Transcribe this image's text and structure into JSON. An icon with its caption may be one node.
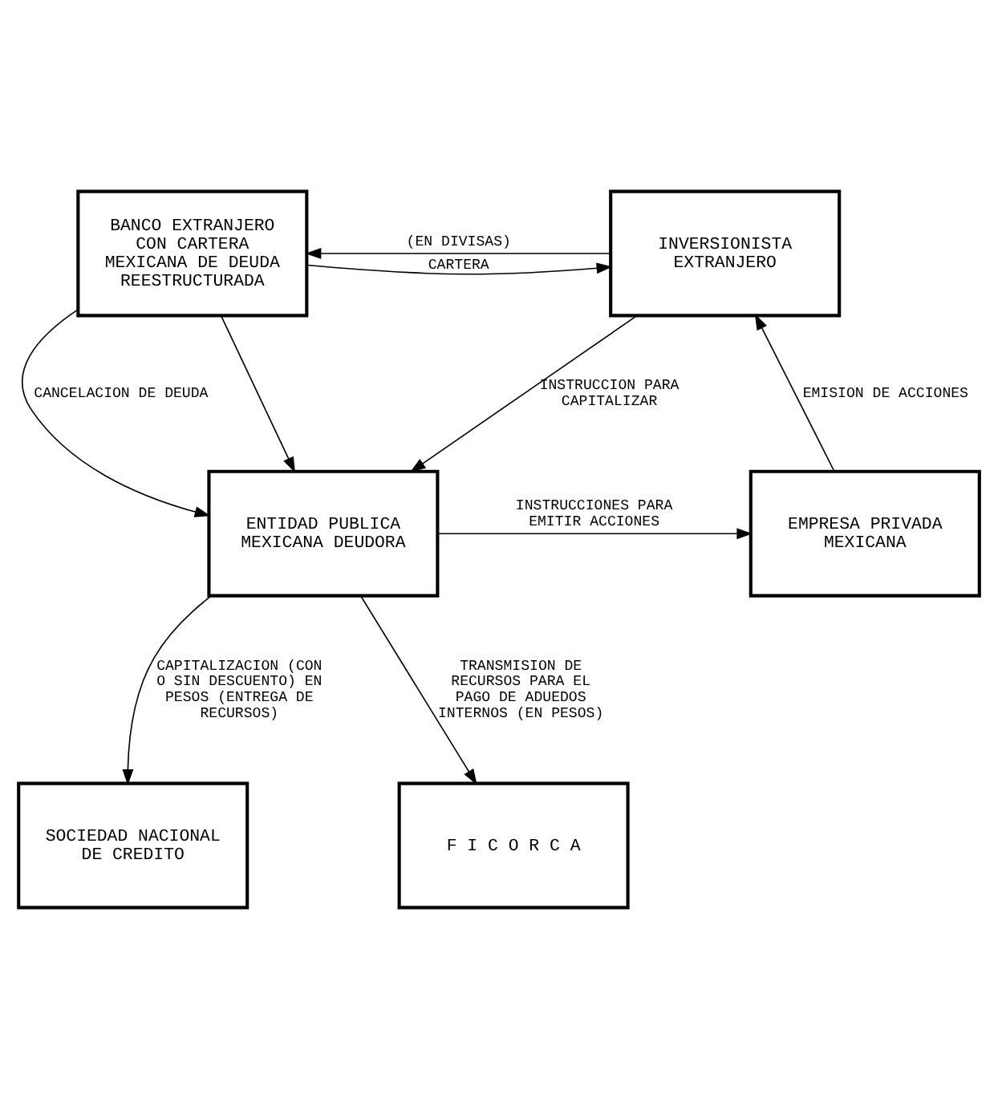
{
  "diagram": {
    "nodes": [
      {
        "text": [
          "BANCO EXTRANJERO CON CARTERA MEXICANA DE DEUDA REESTRUCTURADA"
        ]
      },
      {
        "text": [
          "INVERSIONISTA EXTRANJERO"
        ]
      },
      {
        "text": [
          "ENTIDAD PUBLICA MEXICANA DEUDORA"
        ]
      },
      {
        "text": [
          "EMPRESA PRIVADA MEXICANA"
        ]
      },
      {
        "text": [
          "SOCIEDAD NACIONAL DE CREDITO"
        ]
      },
      {
        "text": [
          "F I C O R C A"
        ]
      }
    ],
    "edges": [
      {
        "from": 1,
        "to": 0,
        "arrow": "to",
        "label": "(EN DIVISAS)"
      },
      {
        "from": 0,
        "to": 1,
        "arrow": "to",
        "label": "CARTERA"
      },
      {
        "from": 0,
        "to": 2,
        "arrow": "to",
        "label": "CANCELACION DE DEUDA"
      },
      {
        "from": 1,
        "to": 2,
        "arrow": "to",
        "label": "INSTRUCCION PARA CAPITALIZAR"
      },
      {
        "from": 0,
        "to": 2,
        "arrow": "to"
      },
      {
        "from": 2,
        "to": 3,
        "arrow": "to",
        "label": "INSTRUCCIONES PARA EMITIR ACCIONES"
      },
      {
        "from": 3,
        "to": 1,
        "arrow": "to",
        "label": "EMISION DE ACCIONES"
      },
      {
        "from": 2,
        "to": 4,
        "arrow": "to",
        "label": "CAPITALIZACION (CON O SIN DESCUENTO) EN PESOS (ENTREGA DE RECURSOS)"
      },
      {
        "from": 2,
        "to": 5,
        "arrow": "to",
        "label": "TRANSMISION DE RECURSOS PARA EL PAGO DE ADUEDOS INTERNOS (EN PESOS)"
      }
    ]
  }
}
